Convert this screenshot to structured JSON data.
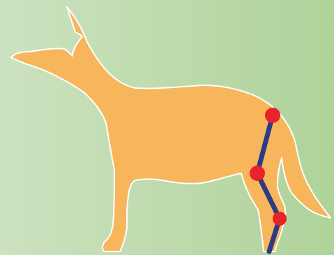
{
  "colors": {
    "background_left": "#cde2c0",
    "background_right": "#aed39a",
    "dog_fill": "#f8b65c",
    "dog_outline": "#ffffff",
    "bone_segment": "#2d3a85",
    "joint_marker": "#e8232a"
  },
  "icons": {
    "subject": "dog-silhouette-icon",
    "joint": "joint-dot-icon"
  },
  "diagram": {
    "subject": "dog",
    "highlighted_limb": "hind-leg",
    "joints": [
      "hip-joint",
      "stifle-joint",
      "hock-joint"
    ]
  }
}
